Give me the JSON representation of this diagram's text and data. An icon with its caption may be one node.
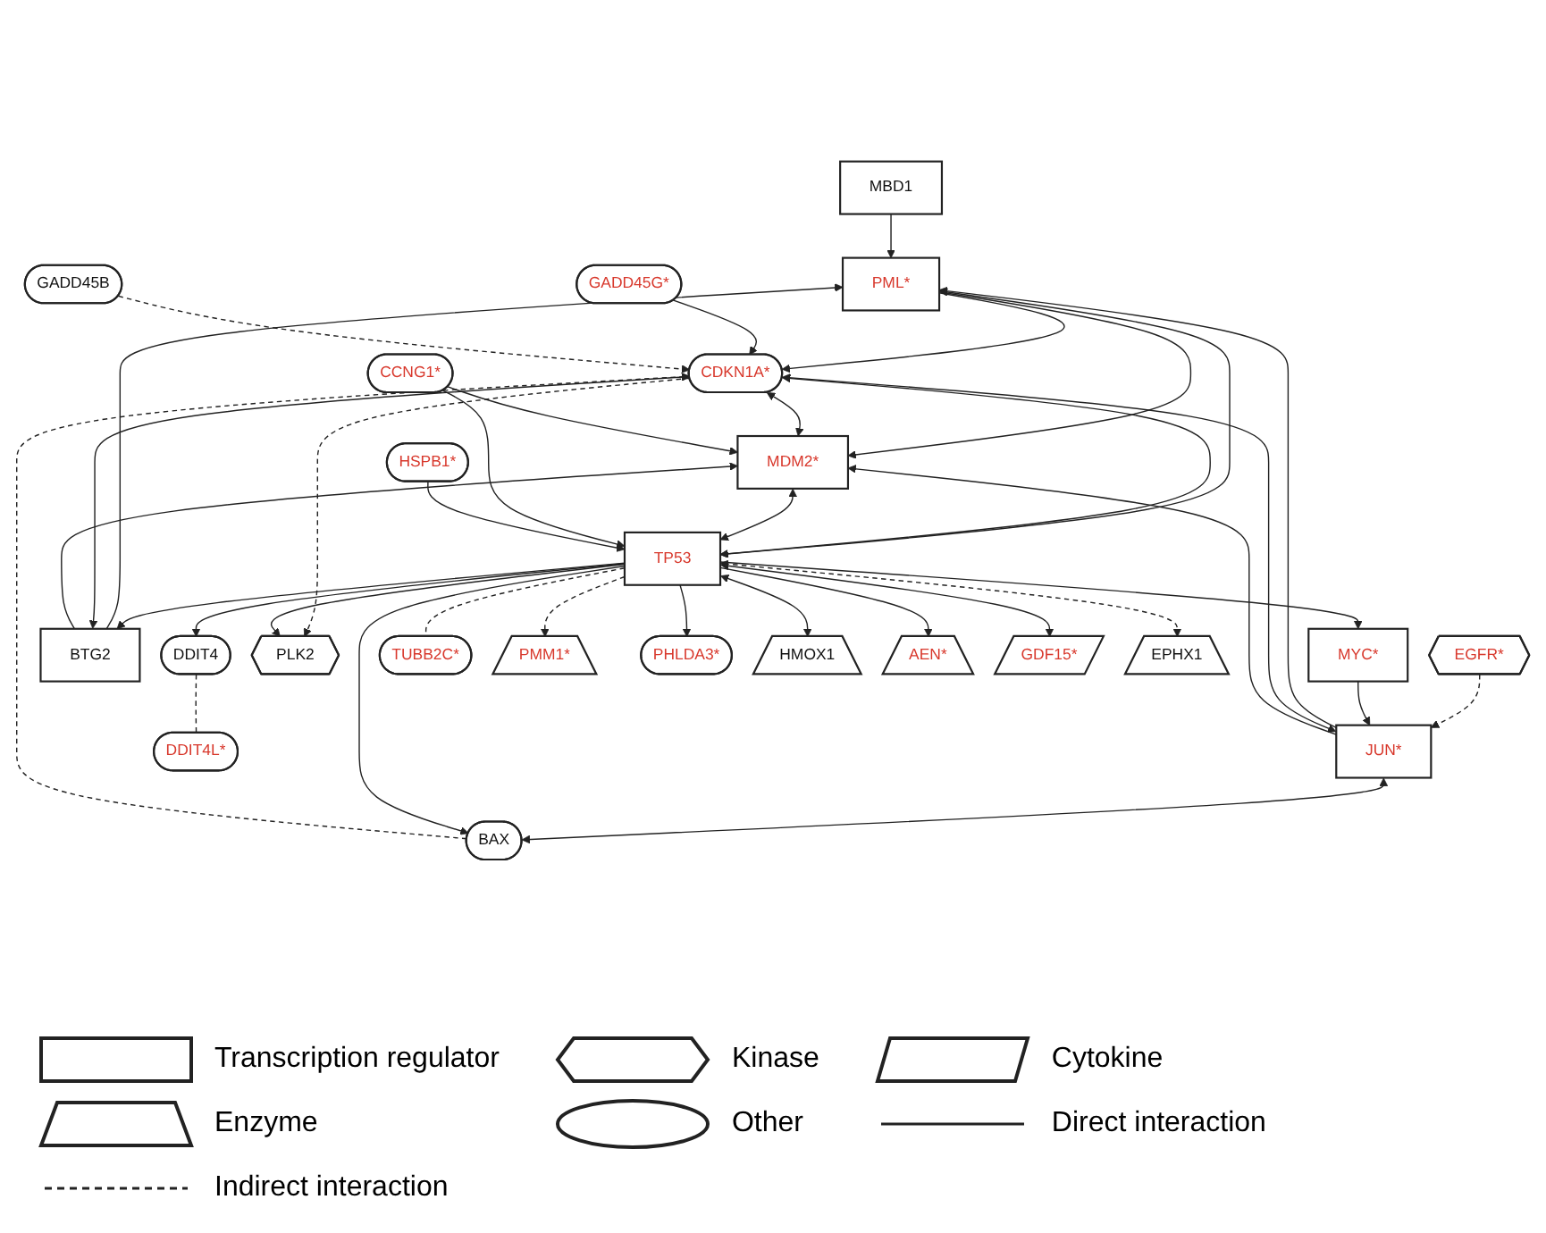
{
  "diagram": {
    "nodes": [
      {
        "text": [
          "MBD1"
        ]
      },
      {
        "text": [
          "PML*"
        ]
      },
      {
        "text": [
          "JUN*"
        ]
      },
      {
        "text": [
          "GADD45G*"
        ]
      },
      {
        "text": [
          "EGFR*"
        ]
      },
      {
        "text": [
          "GADD45B"
        ]
      },
      {
        "text": [
          "BAX"
        ]
      },
      {
        "text": [
          "BTG2"
        ]
      },
      {
        "text": [
          "CDKN1A*"
        ]
      },
      {
        "text": [
          "MYC*"
        ]
      },
      {
        "text": [
          "PLK2"
        ]
      },
      {
        "text": [
          "DDIT4"
        ]
      },
      {
        "text": [
          "DDIT4L*"
        ]
      },
      {
        "text": [
          "MDM2*"
        ]
      },
      {
        "text": [
          "TP53"
        ]
      },
      {
        "text": [
          "TUBB2C*"
        ]
      },
      {
        "text": [
          "PMM1*"
        ]
      },
      {
        "text": [
          "CCNG1*"
        ]
      },
      {
        "text": [
          "PHLDA3*"
        ]
      },
      {
        "text": [
          "HMOX1"
        ]
      },
      {
        "text": [
          "AEN*"
        ]
      },
      {
        "text": [
          "GDF15*"
        ]
      },
      {
        "text": [
          "HSPB1*"
        ]
      },
      {
        "text": [
          "EPHX1"
        ]
      }
    ],
    "edges": [
      {
        "from": 0,
        "to": 1,
        "arrow": "to"
      },
      {
        "from": 7,
        "to": 1,
        "arrow": "to"
      },
      {
        "from": 2,
        "to": 1,
        "arrow": "to"
      },
      {
        "from": 1,
        "to": 8,
        "arrow": "to"
      },
      {
        "from": 1,
        "to": 14,
        "arrow": "both"
      },
      {
        "from": 1,
        "to": 13,
        "arrow": "to"
      },
      {
        "from": 4,
        "to": 2,
        "arrow": "to",
        "style": "dashed"
      },
      {
        "from": 2,
        "to": 8,
        "arrow": "both"
      },
      {
        "from": 2,
        "to": 6,
        "arrow": "both"
      },
      {
        "from": 9,
        "to": 2,
        "arrow": "to"
      },
      {
        "from": 2,
        "to": 13,
        "arrow": "to"
      },
      {
        "from": 3,
        "to": 8,
        "arrow": "to"
      },
      {
        "from": 5,
        "to": 8,
        "arrow": "to",
        "style": "dashed"
      },
      {
        "from": 6,
        "to": 8,
        "arrow": "to",
        "style": "dashed"
      },
      {
        "from": 7,
        "to": 8,
        "arrow": "both"
      },
      {
        "from": 7,
        "to": 13,
        "arrow": "to"
      },
      {
        "from": 14,
        "to": 7,
        "arrow": "to"
      },
      {
        "from": 8,
        "to": 10,
        "arrow": "to",
        "style": "dashed"
      },
      {
        "from": 8,
        "to": 13,
        "arrow": "both"
      },
      {
        "from": 8,
        "to": 14,
        "arrow": "both"
      },
      {
        "from": 14,
        "to": 6,
        "arrow": "to"
      },
      {
        "from": 14,
        "to": 9,
        "arrow": "to"
      },
      {
        "from": 14,
        "to": 10,
        "arrow": "to"
      },
      {
        "from": 14,
        "to": 11,
        "arrow": "to"
      },
      {
        "from": 11,
        "to": 12,
        "arrow": "none",
        "style": "dashed"
      },
      {
        "from": 13,
        "to": 14,
        "arrow": "both"
      },
      {
        "from": 14,
        "to": 15,
        "arrow": "none",
        "style": "dashed"
      },
      {
        "from": 14,
        "to": 16,
        "arrow": "to",
        "style": "dashed"
      },
      {
        "from": 14,
        "to": 18,
        "arrow": "to"
      },
      {
        "from": 17,
        "to": 14,
        "arrow": "to"
      },
      {
        "from": 17,
        "to": 13,
        "arrow": "to"
      },
      {
        "from": 14,
        "to": 19,
        "arrow": "both"
      },
      {
        "from": 14,
        "to": 20,
        "arrow": "to"
      },
      {
        "from": 14,
        "to": 21,
        "arrow": "both"
      },
      {
        "from": 22,
        "to": 14,
        "arrow": "to"
      },
      {
        "from": 14,
        "to": 23,
        "arrow": "both",
        "style": "dashed"
      }
    ],
    "legend": [
      {
        "text": "Transcription regulator"
      },
      {
        "text": "Kinase"
      },
      {
        "text": "Cytokine"
      },
      {
        "text": "Enzyme"
      },
      {
        "text": "Other"
      },
      {
        "text": "Direct interaction"
      },
      {
        "text": "Indirect interaction"
      }
    ]
  }
}
